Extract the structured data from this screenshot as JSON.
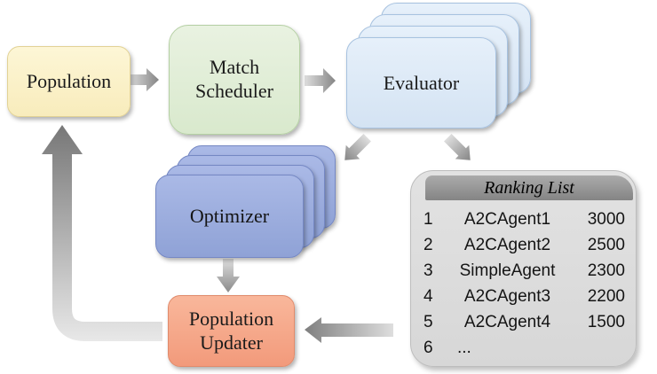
{
  "diagram": {
    "nodes": {
      "population": {
        "label": "Population",
        "fill": "#f9eebd",
        "border": "#e2d295"
      },
      "match_scheduler": {
        "label": "Match Scheduler",
        "fill": "#deebd3",
        "border": "#b5d0a4"
      },
      "evaluator": {
        "label": "Evaluator",
        "fill": "#dbe8f6",
        "border": "#a7c2e0",
        "stack_count": 4
      },
      "optimizer": {
        "label": "Optimizer",
        "fill": "#9aacdc",
        "border": "#7588c4",
        "stack_count": 4
      },
      "population_updater": {
        "label": "Population Updater",
        "fill": "#f5a88c",
        "border": "#e08b6c"
      }
    },
    "edges": [
      {
        "from": "Population",
        "to": "Match Scheduler"
      },
      {
        "from": "Match Scheduler",
        "to": "Evaluator"
      },
      {
        "from": "Evaluator",
        "to": "Optimizer"
      },
      {
        "from": "Evaluator",
        "to": "Ranking List"
      },
      {
        "from": "Optimizer",
        "to": "Population Updater"
      },
      {
        "from": "Ranking List",
        "to": "Population Updater"
      },
      {
        "from": "Population Updater",
        "to": "Population"
      }
    ],
    "arrow_colors": {
      "light": "#dedede",
      "dark": "#858585"
    }
  },
  "ranking_list": {
    "title": "Ranking List",
    "panel_fill": "#dcdcdc",
    "header_fill": "#8d8d8d",
    "rows": [
      {
        "rank": "1",
        "name": "A2CAgent1",
        "score": "3000"
      },
      {
        "rank": "2",
        "name": "A2CAgent2",
        "score": "2500"
      },
      {
        "rank": "3",
        "name": "SimpleAgent",
        "score": "2300"
      },
      {
        "rank": "4",
        "name": "A2CAgent3",
        "score": "2200"
      },
      {
        "rank": "5",
        "name": "A2CAgent4",
        "score": "1500"
      },
      {
        "rank": "6",
        "name": "...",
        "score": ""
      }
    ]
  }
}
